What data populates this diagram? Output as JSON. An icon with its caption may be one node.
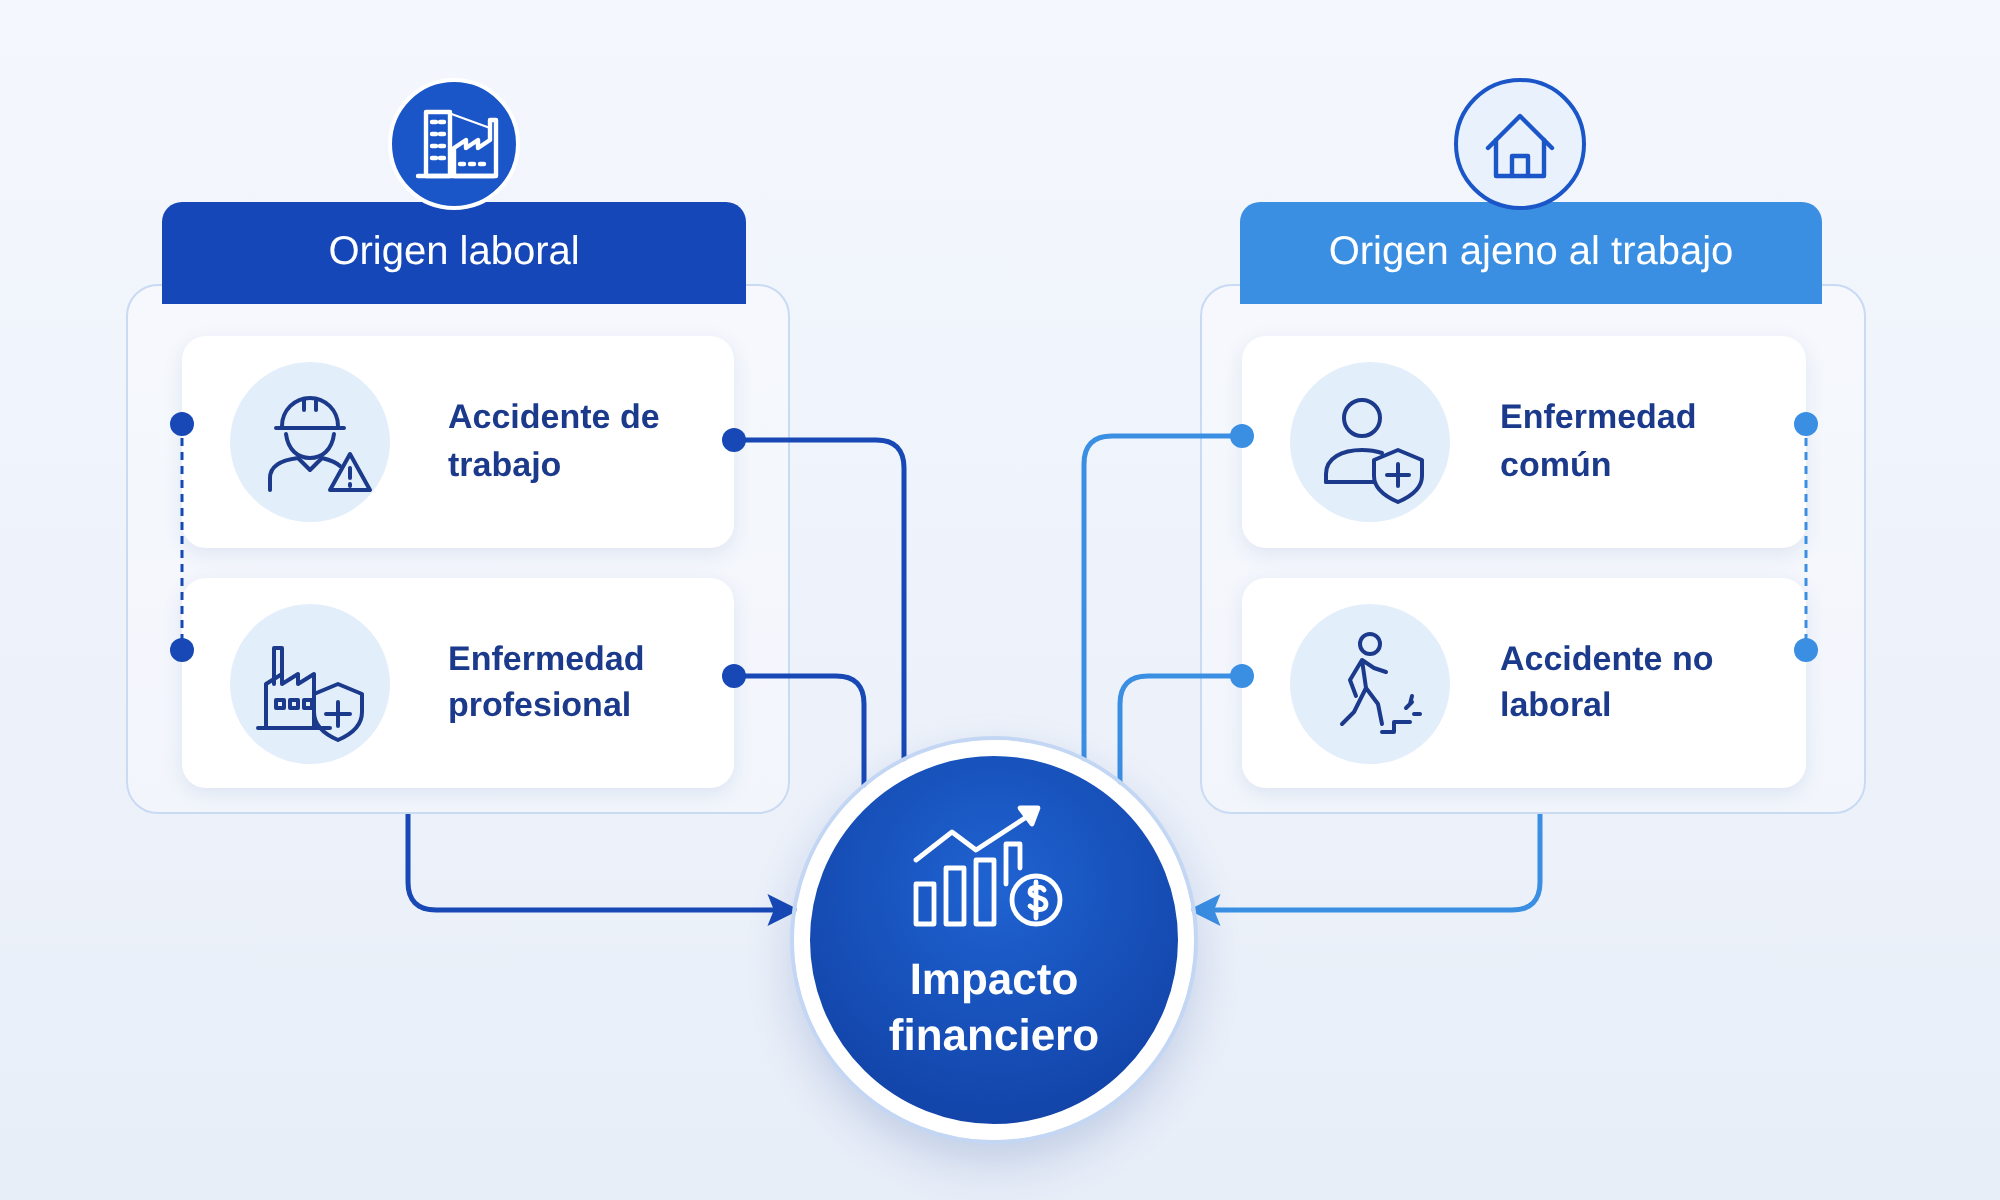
{
  "diagram": {
    "nodes": [
      {
        "text": [
          "Origen laboral"
        ]
      },
      {
        "text": [
          "Accidente de trabajo"
        ],
        "in": 0
      },
      {
        "text": [
          "Enfermedad profesional"
        ],
        "in": 0
      },
      {
        "text": [
          "Origen ajeno al trabajo"
        ]
      },
      {
        "text": [
          "Enfermedad común"
        ],
        "in": 3
      },
      {
        "text": [
          "Accidente no laboral"
        ],
        "in": 3
      },
      {
        "text": [
          "Impacto financiero"
        ]
      }
    ],
    "edges": [
      {
        "from": 1,
        "to": 6,
        "arrow": "other"
      },
      {
        "from": 2,
        "to": 6,
        "arrow": "other"
      },
      {
        "from": 4,
        "to": 6,
        "arrow": "other",
        "color": "#3b8fe3"
      },
      {
        "from": 5,
        "to": 6,
        "arrow": "other",
        "color": "#3b8fe3"
      },
      {
        "from": 0,
        "to": 6,
        "arrow": "to"
      },
      {
        "from": 3,
        "to": 6,
        "arrow": "to",
        "color": "#3b8fe3"
      },
      {
        "from": 1,
        "to": 2,
        "arrow": "other",
        "style": "dashed"
      },
      {
        "from": 4,
        "to": 5,
        "arrow": "other",
        "style": "dashed",
        "color": "#3b8fe3"
      }
    ]
  }
}
